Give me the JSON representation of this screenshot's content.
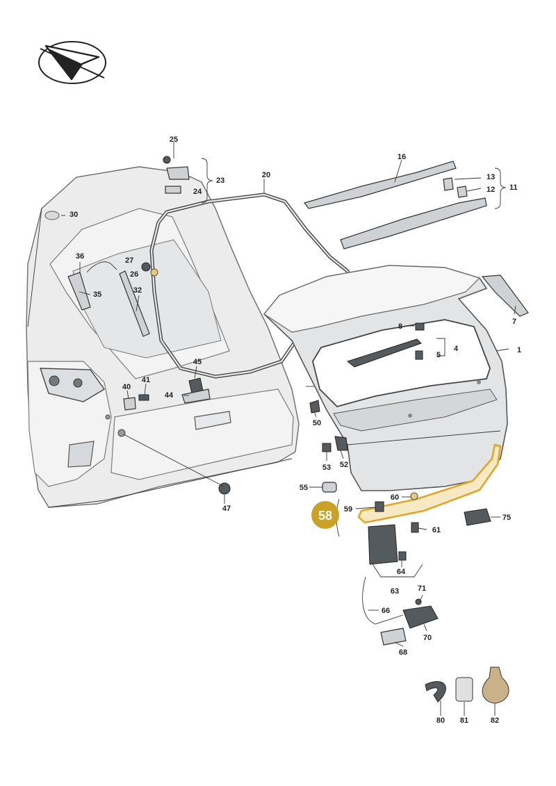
{
  "highlight": {
    "label": "58",
    "color": "#c9a227",
    "accent": "#e2a52b"
  },
  "logo": {
    "icon": "paper-plane-logo-icon"
  },
  "callouts": [
    "25",
    "23",
    "24",
    "20",
    "16",
    "13",
    "12",
    "11",
    "30",
    "36",
    "27",
    "26",
    "35",
    "32",
    "7",
    "8",
    "4",
    "5",
    "1",
    "45",
    "40",
    "41",
    "44",
    "50",
    "53",
    "52",
    "55",
    "47",
    "60",
    "59",
    "75",
    "61",
    "64",
    "63",
    "71",
    "66",
    "70",
    "68",
    "80",
    "81",
    "82"
  ]
}
